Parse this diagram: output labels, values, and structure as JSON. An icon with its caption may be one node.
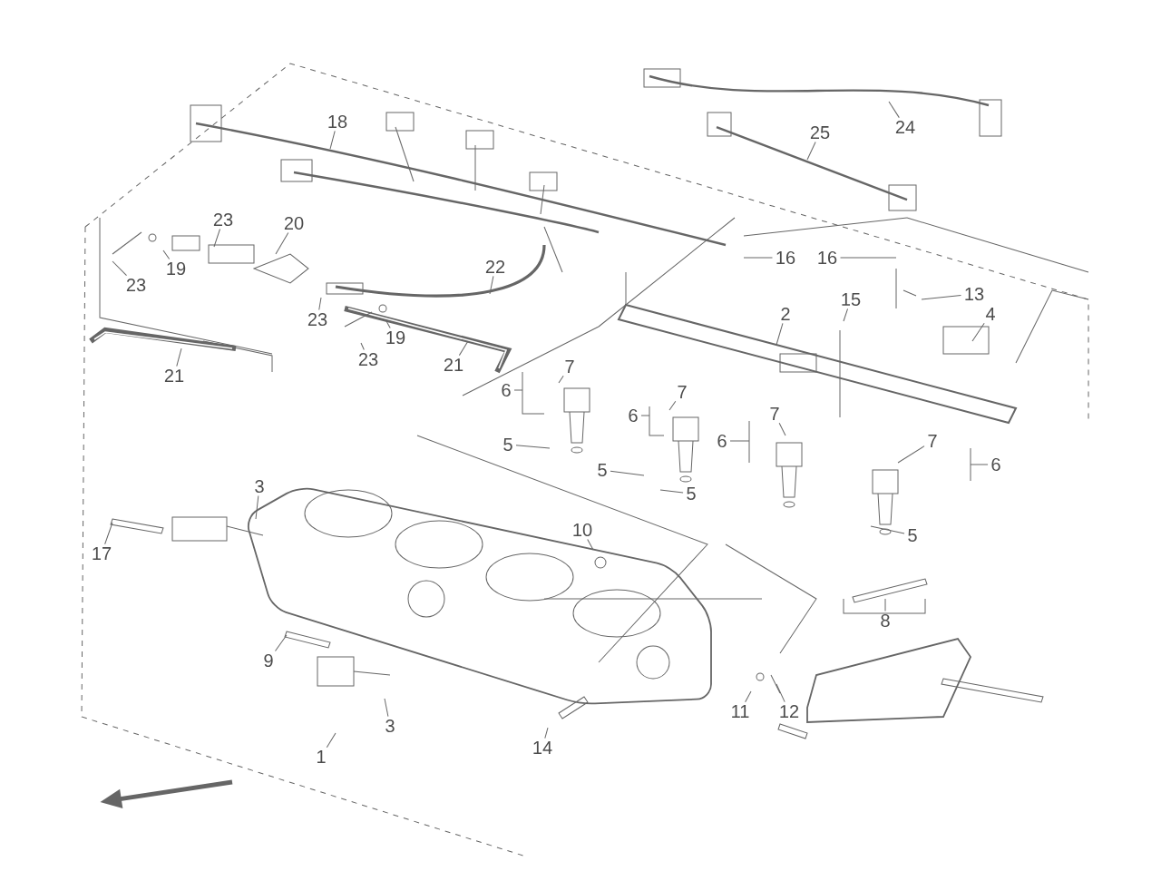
{
  "diagram": {
    "nodes": [
      {
        "text": [
          "24"
        ]
      },
      {
        "text": [
          "18"
        ]
      },
      {
        "text": [
          "25"
        ]
      },
      {
        "text": [
          "23"
        ]
      },
      {
        "text": [
          "20"
        ]
      },
      {
        "text": [
          "16"
        ]
      },
      {
        "text": [
          "19"
        ]
      },
      {
        "text": [
          "22"
        ]
      },
      {
        "text": [
          "16"
        ]
      },
      {
        "text": [
          "15"
        ]
      },
      {
        "text": [
          "23"
        ]
      },
      {
        "text": [
          "13"
        ]
      },
      {
        "text": [
          "2"
        ]
      },
      {
        "text": [
          "4"
        ]
      },
      {
        "text": [
          "23"
        ]
      },
      {
        "text": [
          "19"
        ]
      },
      {
        "text": [
          "7"
        ]
      },
      {
        "text": [
          "23"
        ]
      },
      {
        "text": [
          "21"
        ]
      },
      {
        "text": [
          "21"
        ]
      },
      {
        "text": [
          "6"
        ]
      },
      {
        "text": [
          "7"
        ]
      },
      {
        "text": [
          "7"
        ]
      },
      {
        "text": [
          "6"
        ]
      },
      {
        "text": [
          "6"
        ]
      },
      {
        "text": [
          "5"
        ]
      },
      {
        "text": [
          "7"
        ]
      },
      {
        "text": [
          "6"
        ]
      },
      {
        "text": [
          "5"
        ]
      },
      {
        "text": [
          "3"
        ]
      },
      {
        "text": [
          "5"
        ]
      },
      {
        "text": [
          "10"
        ]
      },
      {
        "text": [
          "5"
        ]
      },
      {
        "text": [
          "17"
        ]
      },
      {
        "text": [
          "8"
        ]
      },
      {
        "text": [
          "9"
        ]
      },
      {
        "text": [
          "11"
        ]
      },
      {
        "text": [
          "12"
        ]
      },
      {
        "text": [
          "3"
        ]
      },
      {
        "text": [
          "14"
        ]
      },
      {
        "text": [
          "1"
        ]
      }
    ],
    "edges": [
      {
        "from": 0,
        "to": null,
        "arrow": "none"
      },
      {
        "from": 1,
        "to": null,
        "arrow": "none"
      },
      {
        "from": 2,
        "to": null,
        "arrow": "none"
      },
      {
        "from": 3,
        "to": null,
        "arrow": "none"
      },
      {
        "from": 4,
        "to": null,
        "arrow": "none"
      },
      {
        "from": 5,
        "to": null,
        "arrow": "none"
      },
      {
        "from": 6,
        "to": null,
        "arrow": "none"
      },
      {
        "from": 7,
        "to": null,
        "arrow": "none"
      },
      {
        "from": 8,
        "to": null,
        "arrow": "none"
      },
      {
        "from": 9,
        "to": null,
        "arrow": "none"
      },
      {
        "from": 10,
        "to": null,
        "arrow": "none"
      },
      {
        "from": 11,
        "to": null,
        "arrow": "none"
      },
      {
        "from": 12,
        "to": null,
        "arrow": "none"
      },
      {
        "from": 13,
        "to": null,
        "arrow": "none"
      },
      {
        "from": 14,
        "to": null,
        "arrow": "none"
      },
      {
        "from": 15,
        "to": null,
        "arrow": "none"
      },
      {
        "from": 16,
        "to": null,
        "arrow": "none"
      },
      {
        "from": 17,
        "to": null,
        "arrow": "none"
      },
      {
        "from": 18,
        "to": null,
        "arrow": "none"
      },
      {
        "from": 19,
        "to": null,
        "arrow": "none"
      },
      {
        "from": 20,
        "to": null,
        "arrow": "none"
      },
      {
        "from": 21,
        "to": null,
        "arrow": "none"
      },
      {
        "from": 22,
        "to": null,
        "arrow": "none"
      },
      {
        "from": 23,
        "to": null,
        "arrow": "none"
      },
      {
        "from": 24,
        "to": null,
        "arrow": "none"
      },
      {
        "from": 25,
        "to": null,
        "arrow": "none"
      },
      {
        "from": 26,
        "to": null,
        "arrow": "none"
      },
      {
        "from": 27,
        "to": null,
        "arrow": "none"
      },
      {
        "from": 28,
        "to": null,
        "arrow": "none"
      },
      {
        "from": 29,
        "to": null,
        "arrow": "none"
      },
      {
        "from": 30,
        "to": null,
        "arrow": "none"
      },
      {
        "from": 31,
        "to": null,
        "arrow": "none"
      },
      {
        "from": 32,
        "to": null,
        "arrow": "none"
      },
      {
        "from": 33,
        "to": null,
        "arrow": "none"
      },
      {
        "from": 34,
        "to": null,
        "arrow": "none"
      },
      {
        "from": 35,
        "to": null,
        "arrow": "none"
      },
      {
        "from": 36,
        "to": null,
        "arrow": "none"
      },
      {
        "from": 37,
        "to": null,
        "arrow": "none"
      },
      {
        "from": 38,
        "to": null,
        "arrow": "none"
      },
      {
        "from": 39,
        "to": null,
        "arrow": "none"
      },
      {
        "from": 40,
        "to": null,
        "arrow": "none"
      }
    ]
  }
}
